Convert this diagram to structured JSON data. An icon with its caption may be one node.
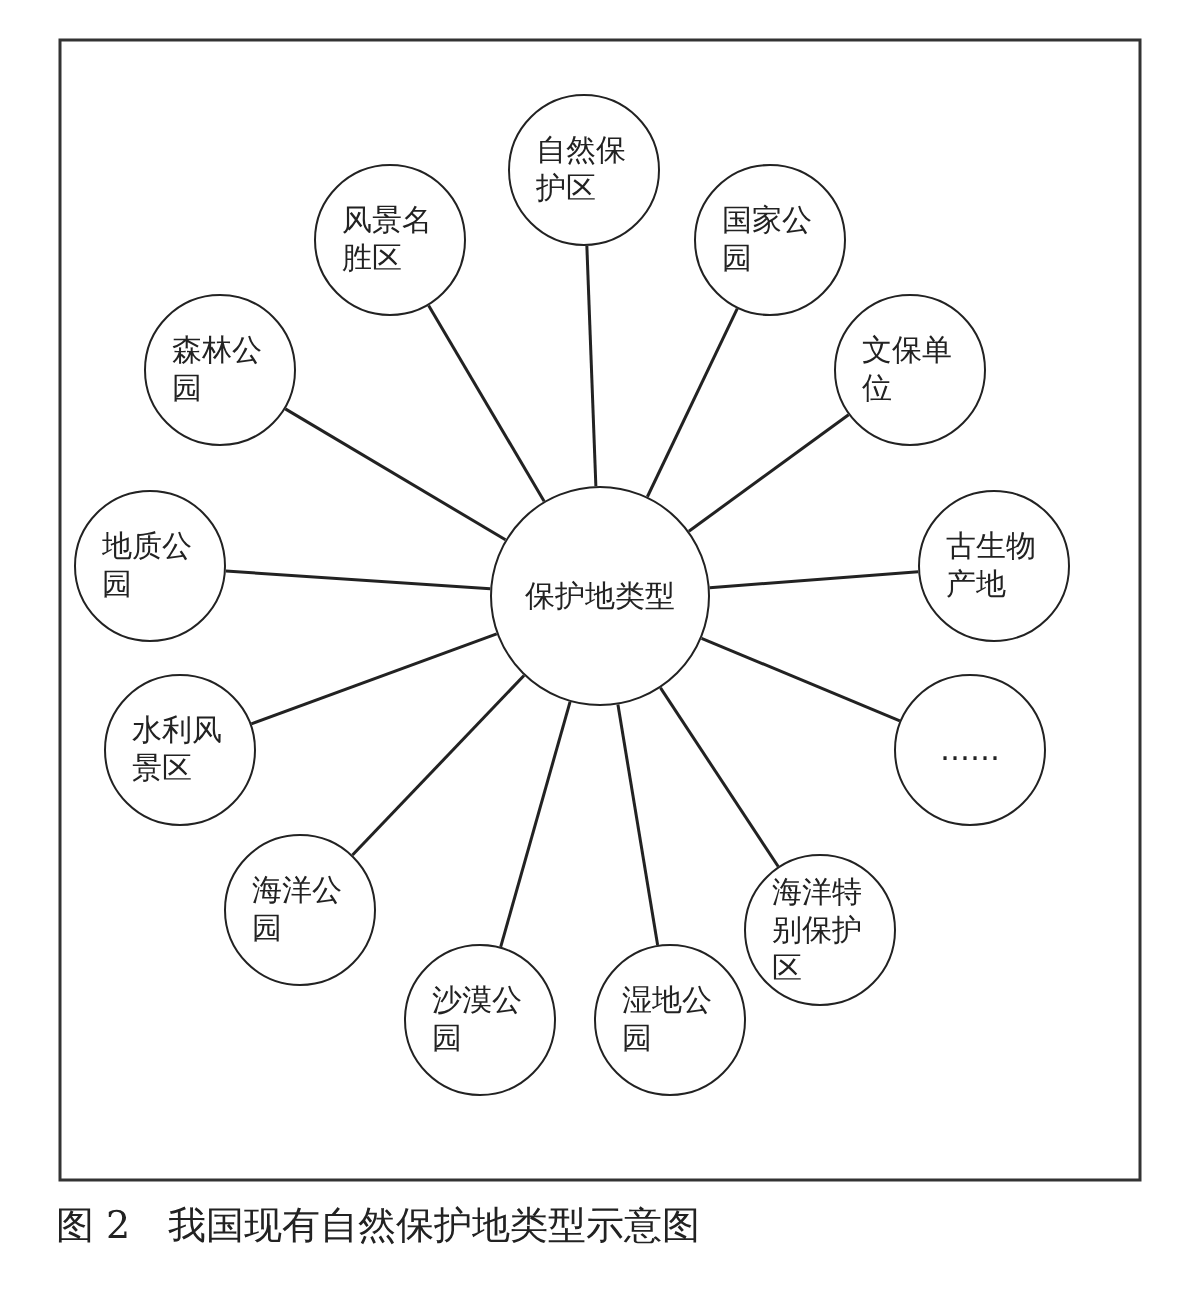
{
  "diagram": {
    "caption": "图 2　我国现有自然保护地类型示意图",
    "nodes": [
      {
        "text": [
          "保护地类型"
        ]
      },
      {
        "text": [
          "自然保护区"
        ]
      },
      {
        "text": [
          "国家公园"
        ]
      },
      {
        "text": [
          "文保单位"
        ]
      },
      {
        "text": [
          "古生物产地"
        ]
      },
      {
        "text": [
          "……"
        ]
      },
      {
        "text": [
          "海洋特别保护区"
        ]
      },
      {
        "text": [
          "湿地公园"
        ]
      },
      {
        "text": [
          "沙漠公园"
        ]
      },
      {
        "text": [
          "海洋公园"
        ]
      },
      {
        "text": [
          "水利风景区"
        ]
      },
      {
        "text": [
          "地质公园"
        ]
      },
      {
        "text": [
          "森林公园"
        ]
      },
      {
        "text": [
          "风景名胜区"
        ]
      }
    ],
    "edges": [
      {
        "from": 0,
        "to": 1,
        "arrow": "none"
      },
      {
        "from": 0,
        "to": 2,
        "arrow": "none"
      },
      {
        "from": 0,
        "to": 3,
        "arrow": "none"
      },
      {
        "from": 0,
        "to": 4,
        "arrow": "none"
      },
      {
        "from": 0,
        "to": 5,
        "arrow": "none"
      },
      {
        "from": 0,
        "to": 6,
        "arrow": "none"
      },
      {
        "from": 0,
        "to": 7,
        "arrow": "none"
      },
      {
        "from": 0,
        "to": 8,
        "arrow": "none"
      },
      {
        "from": 0,
        "to": 9,
        "arrow": "none"
      },
      {
        "from": 0,
        "to": 10,
        "arrow": "none"
      },
      {
        "from": 0,
        "to": 11,
        "arrow": "none"
      },
      {
        "from": 0,
        "to": 12,
        "arrow": "none"
      },
      {
        "from": 0,
        "to": 13,
        "arrow": "none"
      }
    ]
  }
}
